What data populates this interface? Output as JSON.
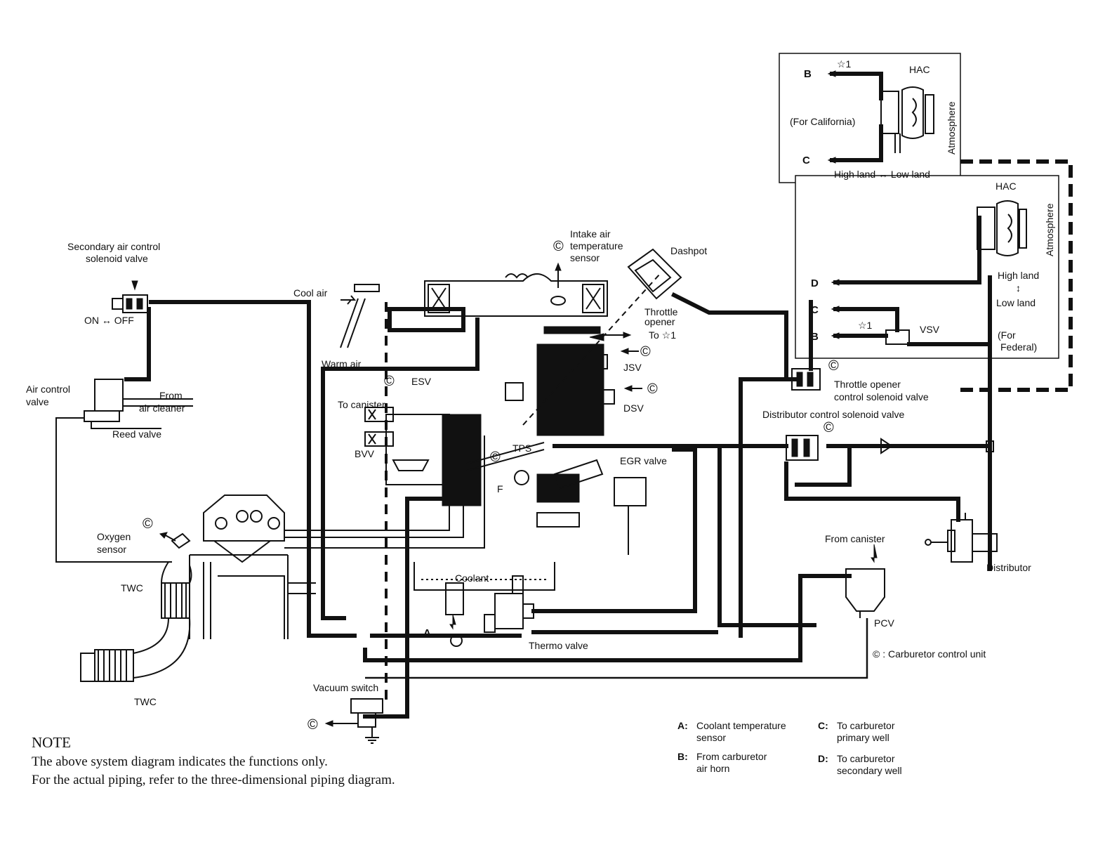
{
  "labels": {
    "hac_ca": "HAC",
    "star1_ca": "☆1",
    "b_ca": "B",
    "c_ca": "C",
    "for_california": "(For California)",
    "atmosphere_ca": "Atmosphere",
    "highland_lowland_ca": "High land ↔ Low land",
    "hac_fed": "HAC",
    "atmosphere_fed": "Atmosphere",
    "high_land": "High land",
    "updown": "↕",
    "low_land": "Low land",
    "for_federal_1": "(For",
    "for_federal_2": "Federal)",
    "d_fed": "D",
    "c_fed": "C",
    "b_fed": "B",
    "star1_fed": "☆1",
    "vsv": "VSV",
    "secondary_air_1": "Secondary air control",
    "secondary_air_2": "solenoid valve",
    "on_off": "ON ↔ OFF",
    "air_control_1": "Air control",
    "air_control_2": "valve",
    "from_1": "From",
    "from_2": "air cleaner",
    "reed_valve": "Reed valve",
    "cool_air": "Cool air",
    "warm_air": "Warm air",
    "intake_1": "Intake air",
    "intake_2": "temperature",
    "intake_3": "sensor",
    "dashpot": "Dashpot",
    "throttle_opener_1": "Throttle",
    "throttle_opener_2": "opener",
    "to_star1": "To ☆1",
    "jsv": "JSV",
    "dsv": "DSV",
    "esv": "ESV",
    "to_canister": "To canister",
    "bvv": "BVV",
    "tps": "TPS",
    "f": "F",
    "egr_valve": "EGR valve",
    "throttle_opener_ctrl_1": "Throttle opener",
    "throttle_opener_ctrl_2": "control solenoid valve",
    "distributor_ctrl": "Distributor control solenoid valve",
    "oxygen_1": "Oxygen",
    "oxygen_2": "sensor",
    "twc_1": "TWC",
    "twc_2": "TWC",
    "coolant": "Coolant",
    "a": "A",
    "thermo_valve": "Thermo valve",
    "vacuum_switch": "Vacuum switch",
    "from_canister": "From canister",
    "pcv": "PCV",
    "distributor": "Distributor",
    "c_symbol": "©",
    "carb_unit": "© : Carburetor control unit"
  },
  "note": {
    "title": "NOTE",
    "line1": "The above system diagram indicates the functions only.",
    "line2": "For the actual piping, refer to the three-dimensional piping diagram."
  },
  "legend": [
    {
      "key": "A:",
      "line1": "Coolant temperature",
      "line2": "sensor"
    },
    {
      "key": "C:",
      "line1": "To carburetor",
      "line2": "primary well"
    },
    {
      "key": "B:",
      "line1": "From carburetor",
      "line2": "air horn"
    },
    {
      "key": "D:",
      "line1": "To carburetor",
      "line2": "secondary well"
    }
  ]
}
